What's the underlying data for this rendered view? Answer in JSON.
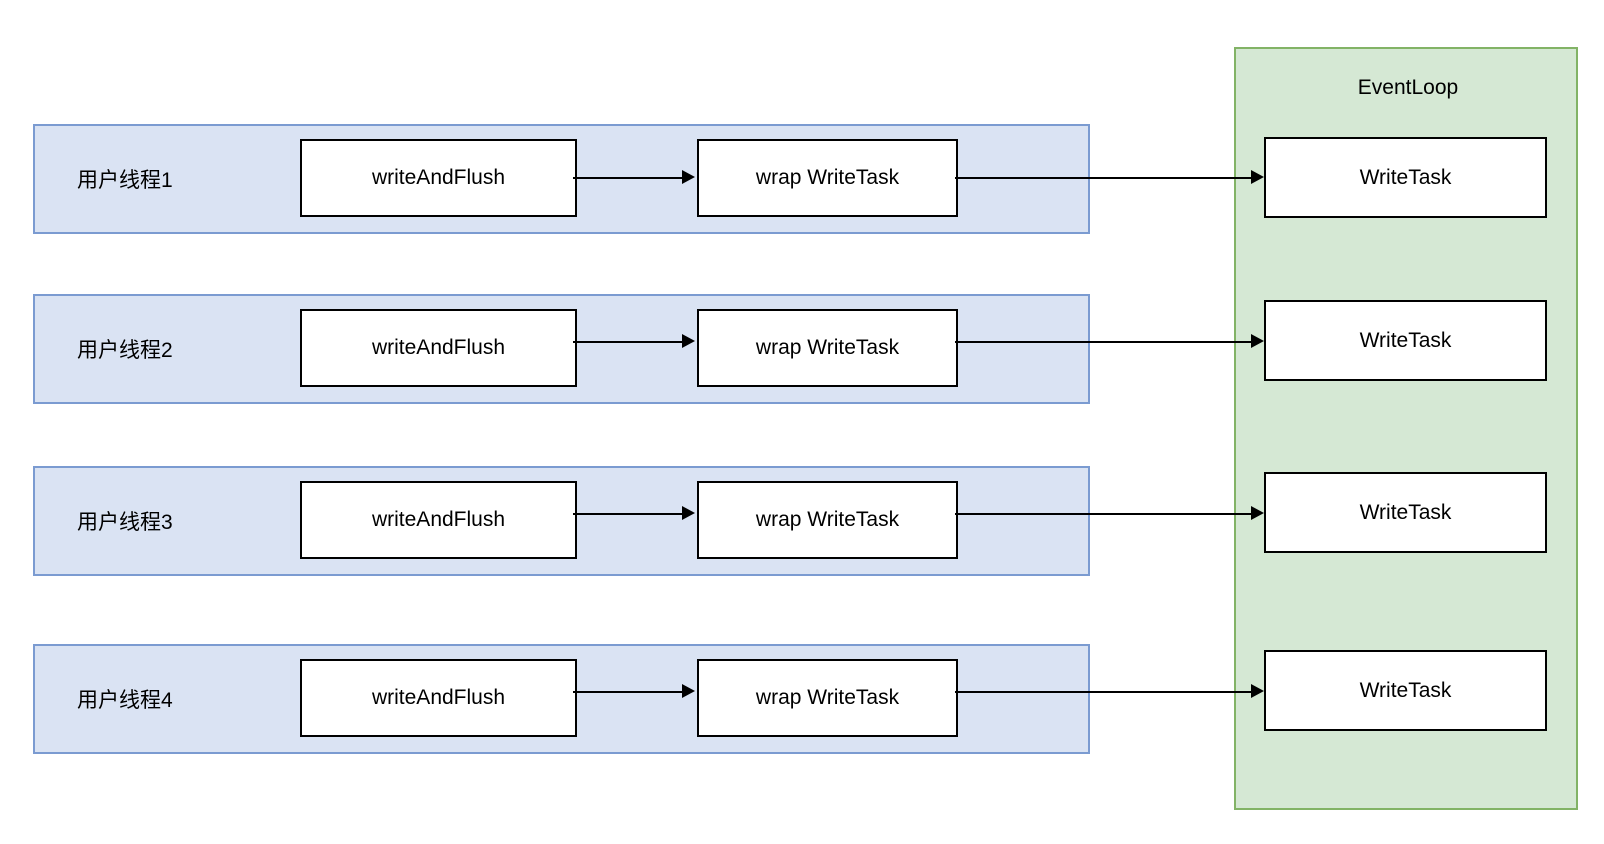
{
  "diagram": {
    "title": "Netty writeAndFlush task wrapping across user threads into EventLoop",
    "colors": {
      "thread_band_fill": "#dae3f3",
      "thread_band_stroke": "#7b9bd1",
      "eventloop_fill": "#d5e8d4",
      "eventloop_stroke": "#82b366",
      "box_fill": "#ffffff",
      "box_stroke": "#000000",
      "arrow": "#000000",
      "background": "#ffffff"
    }
  },
  "eventloop": {
    "label": "EventLoop",
    "tasks": [
      {
        "label": "WriteTask"
      },
      {
        "label": "WriteTask"
      },
      {
        "label": "WriteTask"
      },
      {
        "label": "WriteTask"
      }
    ]
  },
  "threads": [
    {
      "label": "用户线程1",
      "steps": [
        {
          "label": "writeAndFlush"
        },
        {
          "label": "wrap WriteTask"
        }
      ]
    },
    {
      "label": "用户线程2",
      "steps": [
        {
          "label": "writeAndFlush"
        },
        {
          "label": "wrap WriteTask"
        }
      ]
    },
    {
      "label": "用户线程3",
      "steps": [
        {
          "label": "writeAndFlush"
        },
        {
          "label": "wrap WriteTask"
        }
      ]
    },
    {
      "label": "用户线程4",
      "steps": [
        {
          "label": "writeAndFlush"
        },
        {
          "label": "wrap WriteTask"
        }
      ]
    }
  ]
}
